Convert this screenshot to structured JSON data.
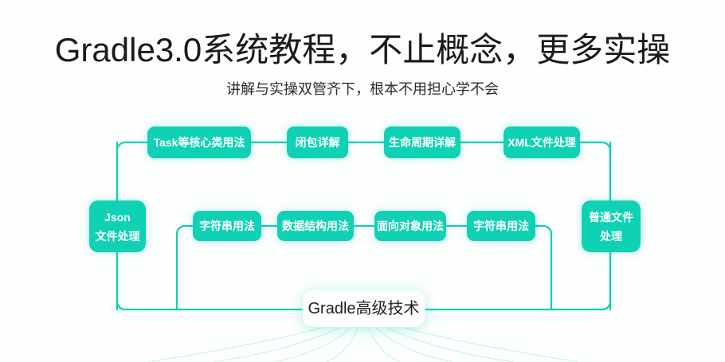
{
  "header": {
    "title": "Gradle3.0系统教程，不止概念，更多实操",
    "subtitle": "讲解与实操双管齐下，根本不用担心学不会"
  },
  "theme": {
    "accent": "#0ed2b3",
    "accent_line": "#0ecfb0",
    "arc": "#c9f2e8",
    "background": "#fdfefe",
    "title_color": "#1a1a1a",
    "node_text": "#ffffff",
    "center_node_text": "#1f1f1f",
    "center_node_bg": "#ffffff"
  },
  "diagram": {
    "type": "mindmap",
    "center_node": {
      "label": "Gradle高级技术"
    },
    "top_row": [
      {
        "label": "Task等核心类用法"
      },
      {
        "label": "闭包详解"
      },
      {
        "label": "生命周期详解"
      },
      {
        "label": "XML文件处理"
      }
    ],
    "left_node": {
      "line1": "Json",
      "line2": "文件处理"
    },
    "right_node": {
      "line1": "普通文件",
      "line2": "处理"
    },
    "middle_row": [
      {
        "label": "字符串用法"
      },
      {
        "label": "数据结构用法"
      },
      {
        "label": "面向对象用法"
      },
      {
        "label": "字符串用法"
      }
    ]
  }
}
